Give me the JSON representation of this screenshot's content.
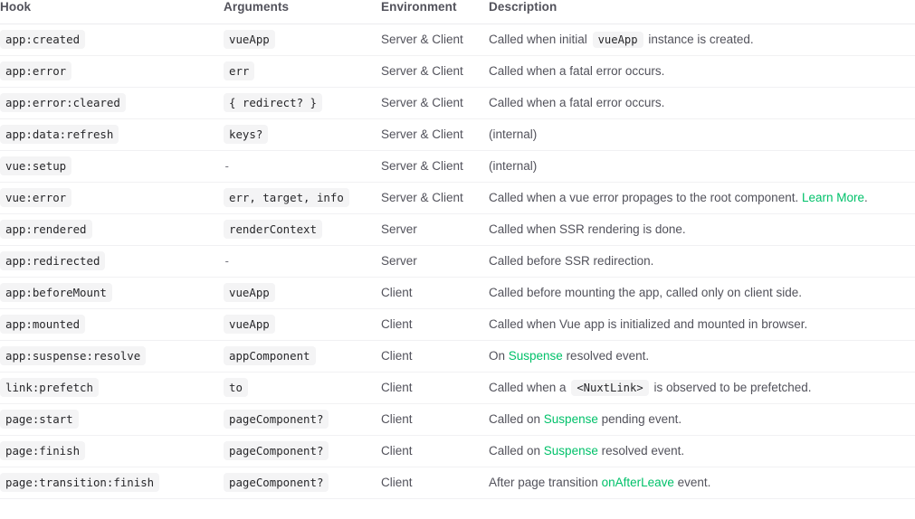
{
  "table": {
    "columns": [
      {
        "key": "hook",
        "label": "Hook"
      },
      {
        "key": "arguments",
        "label": "Arguments"
      },
      {
        "key": "environment",
        "label": "Environment"
      },
      {
        "key": "description",
        "label": "Description"
      }
    ],
    "accent_color": "#00c16a",
    "code_bg_color": "#f4f4f5",
    "text_color": "#52525b",
    "rows": [
      {
        "hook": "app:created",
        "arguments": "vueApp",
        "environment": "Server & Client",
        "description_parts": [
          {
            "type": "text",
            "value": "Called when initial "
          },
          {
            "type": "code",
            "value": "vueApp"
          },
          {
            "type": "text",
            "value": " instance is created."
          }
        ]
      },
      {
        "hook": "app:error",
        "arguments": "err",
        "environment": "Server & Client",
        "description_parts": [
          {
            "type": "text",
            "value": "Called when a fatal error occurs."
          }
        ]
      },
      {
        "hook": "app:error:cleared",
        "arguments": "{ redirect? }",
        "environment": "Server & Client",
        "description_parts": [
          {
            "type": "text",
            "value": "Called when a fatal error occurs."
          }
        ]
      },
      {
        "hook": "app:data:refresh",
        "arguments": "keys?",
        "environment": "Server & Client",
        "description_parts": [
          {
            "type": "text",
            "value": "(internal)"
          }
        ]
      },
      {
        "hook": "vue:setup",
        "arguments": "-",
        "arguments_is_dash": true,
        "environment": "Server & Client",
        "description_parts": [
          {
            "type": "text",
            "value": "(internal)"
          }
        ]
      },
      {
        "hook": "vue:error",
        "arguments": "err, target, info",
        "environment": "Server & Client",
        "description_parts": [
          {
            "type": "text",
            "value": "Called when a vue error propages to the root component. "
          },
          {
            "type": "link",
            "value": "Learn More"
          },
          {
            "type": "text",
            "value": "."
          }
        ]
      },
      {
        "hook": "app:rendered",
        "arguments": "renderContext",
        "environment": "Server",
        "description_parts": [
          {
            "type": "text",
            "value": "Called when SSR rendering is done."
          }
        ]
      },
      {
        "hook": "app:redirected",
        "arguments": "-",
        "arguments_is_dash": true,
        "environment": "Server",
        "description_parts": [
          {
            "type": "text",
            "value": "Called before SSR redirection."
          }
        ]
      },
      {
        "hook": "app:beforeMount",
        "arguments": "vueApp",
        "environment": "Client",
        "description_parts": [
          {
            "type": "text",
            "value": "Called before mounting the app, called only on client side."
          }
        ]
      },
      {
        "hook": "app:mounted",
        "arguments": "vueApp",
        "environment": "Client",
        "description_parts": [
          {
            "type": "text",
            "value": "Called when Vue app is initialized and mounted in browser."
          }
        ]
      },
      {
        "hook": "app:suspense:resolve",
        "arguments": "appComponent",
        "environment": "Client",
        "description_parts": [
          {
            "type": "text",
            "value": "On "
          },
          {
            "type": "link",
            "value": "Suspense"
          },
          {
            "type": "text",
            "value": " resolved event."
          }
        ]
      },
      {
        "hook": "link:prefetch",
        "arguments": "to",
        "environment": "Client",
        "description_parts": [
          {
            "type": "text",
            "value": "Called when a "
          },
          {
            "type": "code",
            "value": "<NuxtLink>"
          },
          {
            "type": "text",
            "value": " is observed to be prefetched."
          }
        ]
      },
      {
        "hook": "page:start",
        "arguments": "pageComponent?",
        "environment": "Client",
        "description_parts": [
          {
            "type": "text",
            "value": "Called on "
          },
          {
            "type": "link",
            "value": "Suspense"
          },
          {
            "type": "text",
            "value": " pending event."
          }
        ]
      },
      {
        "hook": "page:finish",
        "arguments": "pageComponent?",
        "environment": "Client",
        "description_parts": [
          {
            "type": "text",
            "value": "Called on "
          },
          {
            "type": "link",
            "value": "Suspense"
          },
          {
            "type": "text",
            "value": " resolved event."
          }
        ]
      },
      {
        "hook": "page:transition:finish",
        "arguments": "pageComponent?",
        "environment": "Client",
        "description_parts": [
          {
            "type": "text",
            "value": "After page transition "
          },
          {
            "type": "link",
            "value": "onAfterLeave"
          },
          {
            "type": "text",
            "value": " event."
          }
        ]
      }
    ]
  }
}
